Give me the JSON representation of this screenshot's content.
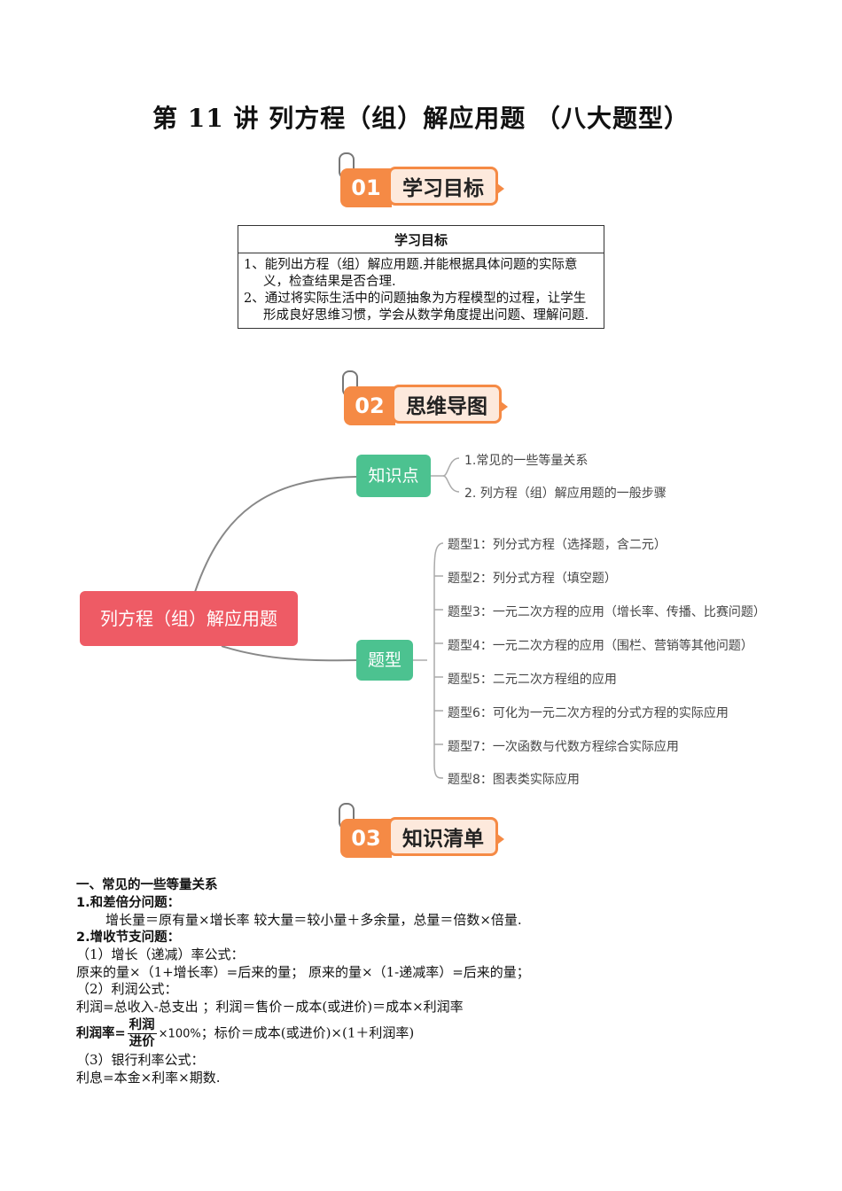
{
  "title": "第 11 讲  列方程（组）解应用题  （八大题型）",
  "sections": [
    {
      "num": "01",
      "label": "学习目标"
    },
    {
      "num": "02",
      "label": "思维导图"
    },
    {
      "num": "03",
      "label": "知识清单"
    }
  ],
  "goals": {
    "header": "学习目标",
    "items": [
      "1、能列出方程（组）解应用题.并能根据具体问题的实际意义，检查结果是否合理.",
      "2、通过将实际生活中的问题抽象为方程模型的过程，让学生形成良好思维习惯，学会从数学角度提出问题、理解问题."
    ]
  },
  "mindmap": {
    "root": "列方程（组）解应用题",
    "branch1": {
      "label": "知识点",
      "leaves": [
        "1.常见的一些等量关系",
        "2. 列方程（组）解应用题的一般步骤"
      ]
    },
    "branch2": {
      "label": "题型",
      "leaves": [
        "题型1：列分式方程（选择题，含二元）",
        "题型2：列分式方程（填空题）",
        "题型3：一元二次方程的应用（增长率、传播、比赛问题）",
        "题型4：一元二次方程的应用（围栏、营销等其他问题）",
        "题型5：二元二次方程组的应用",
        "题型6：可化为一元二次方程的分式方程的实际应用",
        "题型7：一次函数与代数方程综合实际应用",
        "题型8：图表类实际应用"
      ]
    }
  },
  "knowledge": {
    "heading": "一、常见的一些等量关系",
    "s1_title": "1.和差倍分问题：",
    "s1_line": "增长量＝原有量×增长率    较大量＝较小量＋多余量，总量＝倍数×倍量.",
    "s2_title": "2.增收节支问题：",
    "s2_p1": "（1）增长（递减）率公式：",
    "s2_p1_line": "原来的量×（1+增长率）=后来的量；     原来的量×（1-递减率）=后来的量；",
    "s2_p2": "（2）利润公式：",
    "s2_p2_line": "利润=总收入-总支出 ；利润＝售价－成本(或进价)＝成本×利润率",
    "rate_label": "利润率=",
    "rate_num": "利润",
    "rate_den": "进价",
    "rate_pct": "×100%",
    "rate_rest": "；标价＝成本(或进价)×(1＋利润率)",
    "s2_p3": "（3）银行利率公式：",
    "s2_p3_line": "利息=本金×利率×期数."
  }
}
